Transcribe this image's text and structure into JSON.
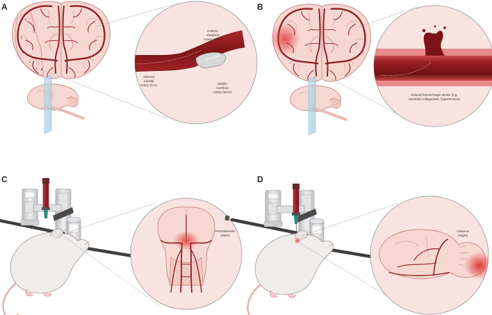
{
  "panels": {
    "a": {
      "letter": "A",
      "labels": {
        "aca": [
          "Anterior",
          "Cerebral",
          "Artery (ACA)"
        ],
        "ica": [
          "Internal",
          "Carotid",
          "Artery (ICA)"
        ],
        "mca": [
          "Middle",
          "Cerebral",
          "Artery (MCA)"
        ]
      }
    },
    "b": {
      "letter": "B",
      "caption": [
        "Induced hemorrhagic stroke (e.g.",
        "bacterial collagenase, hypertension)"
      ]
    },
    "c": {
      "letter": "C",
      "label": [
        "Prechiasmatic",
        "cistern"
      ]
    },
    "d": {
      "letter": "D",
      "label": [
        "Cisterna",
        "magna"
      ]
    }
  },
  "colors": {
    "artery": "#8e1e22",
    "artery_dark": "#6b1215",
    "brain_fill": "#f6d7d2",
    "brain_outline": "#c9857e",
    "zoom_fill": "#f8e3e0",
    "hemorrhage": "#e84b4b",
    "glass": "#a9cde0",
    "rat": "#efecea",
    "rat_outline": "#9b9694",
    "frame": "#d4d4d6",
    "rod": "#3e3e40"
  }
}
